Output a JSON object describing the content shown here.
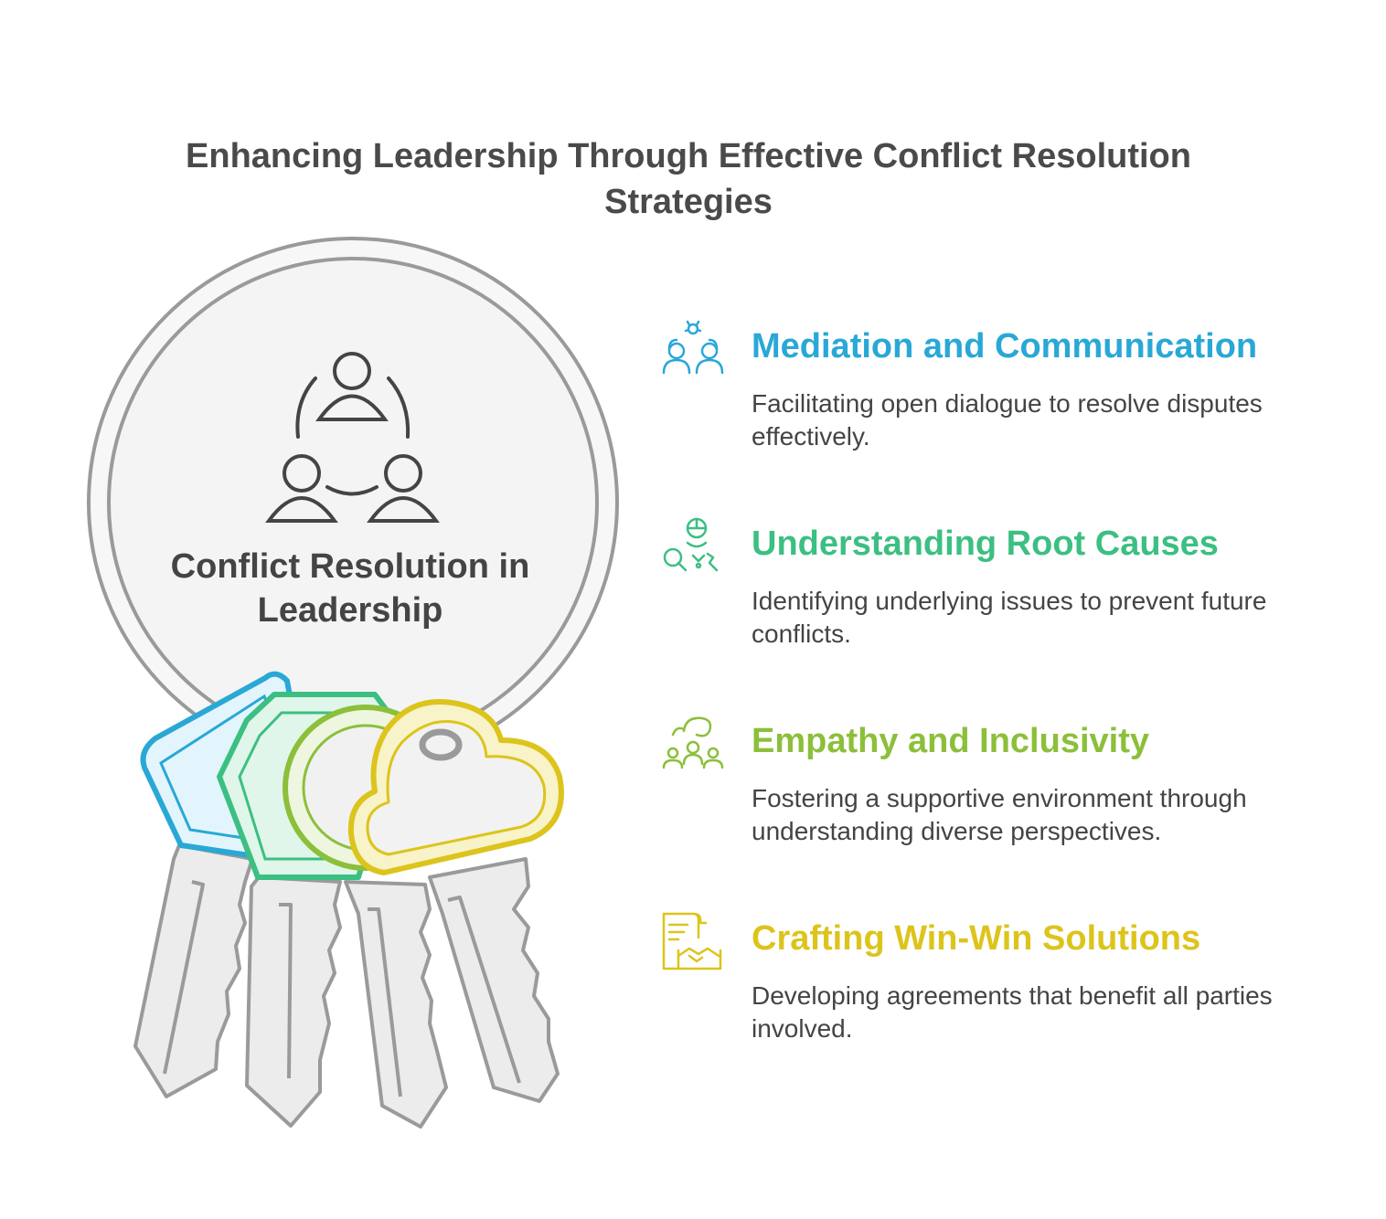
{
  "title": "Enhancing Leadership Through Effective Conflict Resolution Strategies",
  "center_label": "Conflict Resolution in Leadership",
  "items": [
    {
      "heading": "Mediation and Communication",
      "description": "Facilitating open dialogue to resolve disputes effectively.",
      "color": "#29a8d6",
      "icon": "mediation-people-icon"
    },
    {
      "heading": "Understanding Root Causes",
      "description": "Identifying underlying issues to prevent future conflicts.",
      "color": "#3cbf82",
      "icon": "root-cause-search-icon"
    },
    {
      "heading": "Empathy and Inclusivity",
      "description": "Fostering a supportive environment through understanding diverse perspectives.",
      "color": "#8cbf3a",
      "icon": "inclusive-group-icon"
    },
    {
      "heading": "Crafting Win-Win Solutions",
      "description": "Developing agreements that benefit all parties involved.",
      "color": "#dcc41c",
      "icon": "agreement-handshake-icon"
    }
  ]
}
